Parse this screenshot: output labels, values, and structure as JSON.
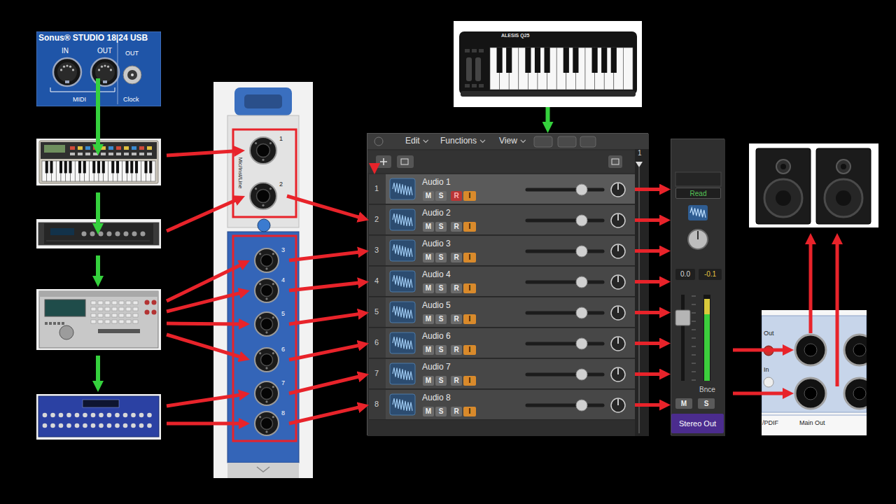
{
  "diagram": {
    "nodes": [
      {
        "text": [
          "Sonus® STUDIO 18|24 USB",
          "IN",
          "OUT",
          "MIDI",
          "OUT",
          "Clock"
        ]
      },
      {
        "text": [
          "Mic/Inst/Line"
        ]
      },
      {
        "text": [
          "1"
        ],
        "in": 1
      },
      {
        "text": [
          "2"
        ],
        "in": 1
      },
      {
        "text": [
          "3"
        ],
        "in": 1
      },
      {
        "text": [
          "4"
        ],
        "in": 1
      },
      {
        "text": [
          "5"
        ],
        "in": 1
      },
      {
        "text": [
          "6"
        ],
        "in": 1
      },
      {
        "text": [
          "7"
        ],
        "in": 1
      },
      {
        "text": [
          "8"
        ],
        "in": 1
      },
      {
        "text": [
          "ALESIS Q25"
        ]
      },
      {
        "text": [
          "Edit",
          "Functions",
          "View"
        ]
      },
      {
        "text": [
          "1",
          "Audio 1",
          "M",
          "S",
          "R",
          "I"
        ],
        "in": 11
      },
      {
        "text": [
          "2",
          "Audio 2",
          "M",
          "S",
          "R",
          "I"
        ],
        "in": 11
      },
      {
        "text": [
          "3",
          "Audio 3",
          "M",
          "S",
          "R",
          "I"
        ],
        "in": 11
      },
      {
        "text": [
          "4",
          "Audio 4",
          "M",
          "S",
          "R",
          "I"
        ],
        "in": 11
      },
      {
        "text": [
          "5",
          "Audio 5",
          "M",
          "S",
          "R",
          "I"
        ],
        "in": 11
      },
      {
        "text": [
          "6",
          "Audio 6",
          "M",
          "S",
          "R",
          "I"
        ],
        "in": 11
      },
      {
        "text": [
          "7",
          "Audio 7",
          "M",
          "S",
          "R",
          "I"
        ],
        "in": 11
      },
      {
        "text": [
          "8",
          "Audio 8",
          "M",
          "S",
          "R",
          "I"
        ],
        "in": 11
      },
      {
        "text": [
          "Read",
          "0.0",
          "-0.1",
          "Bnce",
          "M",
          "S",
          "Stereo Out"
        ]
      },
      {
        "text": [
          "Out",
          "In",
          "/PDIF",
          "Main Out"
        ]
      }
    ],
    "edges": [
      {
        "from": 2,
        "to": 12,
        "arrow": "to"
      },
      {
        "from": 3,
        "to": 13,
        "arrow": "to"
      },
      {
        "from": 4,
        "to": 14,
        "arrow": "to"
      },
      {
        "from": 5,
        "to": 15,
        "arrow": "to"
      },
      {
        "from": 6,
        "to": 16,
        "arrow": "to"
      },
      {
        "from": 7,
        "to": 17,
        "arrow": "to"
      },
      {
        "from": 8,
        "to": 18,
        "arrow": "to"
      },
      {
        "from": 9,
        "to": 19,
        "arrow": "to"
      },
      {
        "from": 10,
        "to": 11,
        "arrow": "to"
      },
      {
        "from": 12,
        "to": 20,
        "arrow": "to"
      },
      {
        "from": 13,
        "to": 20,
        "arrow": "to"
      },
      {
        "from": 14,
        "to": 20,
        "arrow": "to"
      },
      {
        "from": 15,
        "to": 20,
        "arrow": "to"
      },
      {
        "from": 16,
        "to": 20,
        "arrow": "to"
      },
      {
        "from": 17,
        "to": 20,
        "arrow": "to"
      },
      {
        "from": 18,
        "to": 20,
        "arrow": "to"
      },
      {
        "from": 19,
        "to": 20,
        "arrow": "to"
      }
    ],
    "labels": [
      "1"
    ]
  }
}
